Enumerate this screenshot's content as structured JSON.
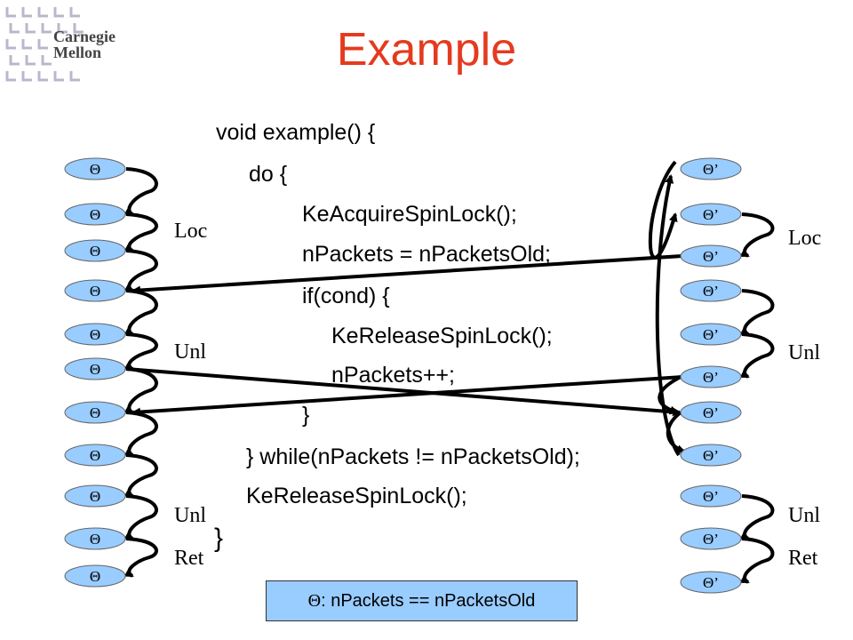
{
  "logo": {
    "line1": "Carnegie",
    "line2": "Mellon"
  },
  "title": "Example",
  "code": [
    "void example() {",
    "do {",
    "KeAcquireSpinLock();",
    "nPackets = nPacketsOld;",
    "if(cond) {",
    "KeReleaseSpinLock();",
    "nPackets++;",
    "}",
    "} while(nPackets != nPacketsOld);",
    "KeReleaseSpinLock();",
    "}"
  ],
  "left_nodes": {
    "label": "Θ",
    "count": 11
  },
  "right_nodes": {
    "label": "Θ’",
    "count": 11
  },
  "left_labels": [
    "Loc",
    "Unl",
    "Unl",
    "Ret"
  ],
  "right_labels": [
    "Loc",
    "Unl",
    "Unl",
    "Ret"
  ],
  "legend": {
    "symbol": "Θ",
    "text": ": nPackets == nPacketsOld"
  },
  "colors": {
    "title": "#e53a1e",
    "node_fill": "#99ccff",
    "legend_fill": "#99ccff"
  }
}
